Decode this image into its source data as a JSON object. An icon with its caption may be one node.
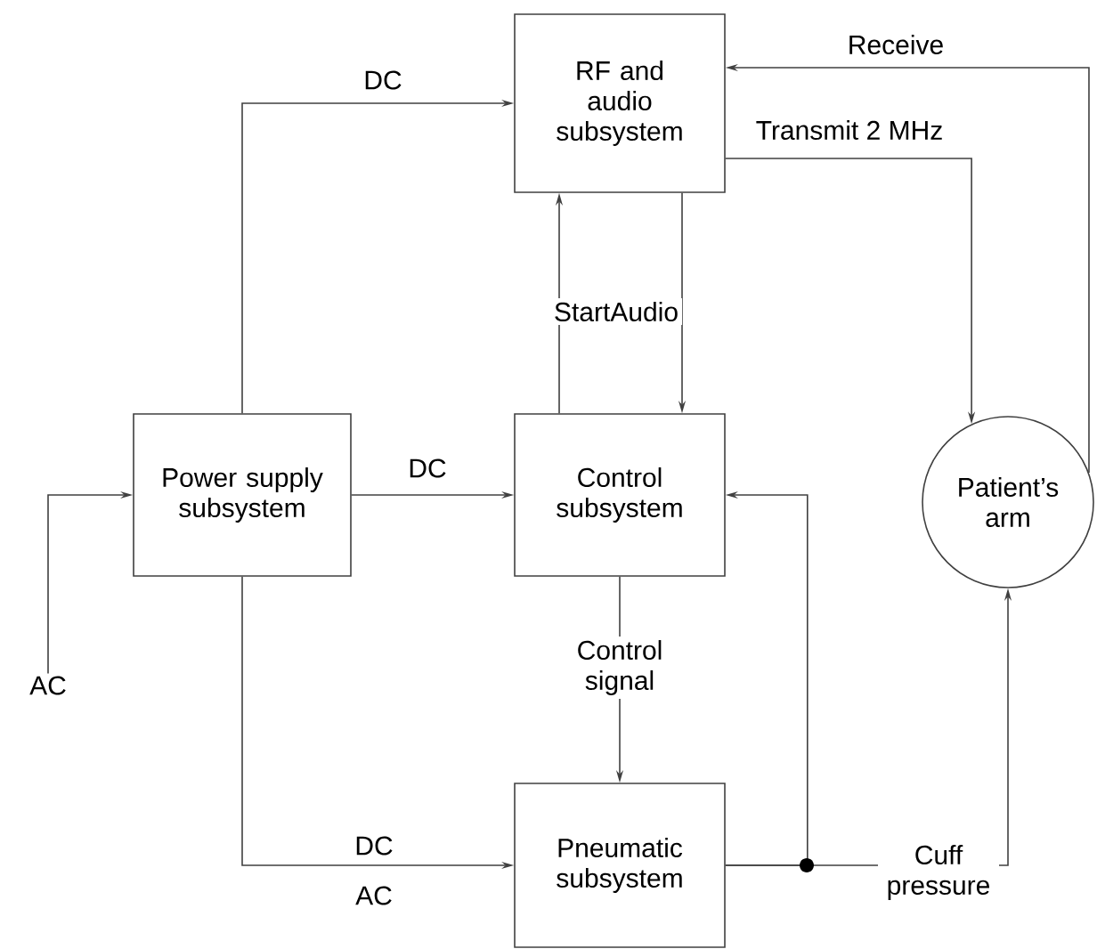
{
  "diagram": {
    "nodes": [
      {
        "text": [
          "RF and audio subsystem"
        ]
      },
      {
        "text": [
          "Power supply subsystem"
        ]
      },
      {
        "text": [
          "Control subsystem"
        ]
      },
      {
        "text": [
          "Pneumatic subsystem"
        ]
      },
      {
        "text": [
          "Patient’s arm"
        ]
      },
      {
        "text": [
          "AC"
        ]
      }
    ],
    "edges": [
      {
        "from": 1,
        "to": 0,
        "arrow": "to",
        "label": "DC"
      },
      {
        "from": 1,
        "to": 2,
        "arrow": "to",
        "label": "DC"
      },
      {
        "from": 5,
        "to": 1,
        "arrow": "to"
      },
      {
        "from": 1,
        "to": 3,
        "arrow": "to",
        "label": "DC"
      },
      {
        "from": 2,
        "to": 0,
        "arrow": "to",
        "label": "StartAudio"
      },
      {
        "from": 0,
        "to": 2,
        "arrow": "to"
      },
      {
        "from": 2,
        "to": 3,
        "arrow": "to",
        "label": "Control signal"
      },
      {
        "from": 0,
        "to": 4,
        "arrow": "to",
        "label": "Transmit 2 MHz"
      },
      {
        "from": 4,
        "to": 0,
        "arrow": "to",
        "label": "Receive"
      },
      {
        "from": 3,
        "to": 4,
        "arrow": "to",
        "label": "Cuff pressure"
      },
      {
        "from": 3,
        "to": 2,
        "arrow": "to"
      }
    ],
    "labels": [
      "AC"
    ]
  }
}
